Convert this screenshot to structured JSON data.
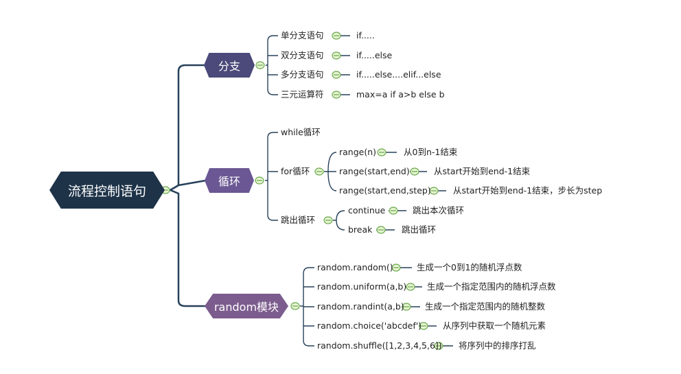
{
  "colors": {
    "root": "#1e3348",
    "branch": "#4b4a7a",
    "loop": "#6a5793",
    "random": "#7c5c8e",
    "connector": "#27405a",
    "collapse_dot_fill": "#e7f5d0",
    "collapse_dot_stroke": "#6aa84f"
  },
  "root": {
    "label": "流程控制语句"
  },
  "branch": {
    "label": "分支",
    "items": [
      {
        "label": "单分支语句",
        "value": "if....."
      },
      {
        "label": "双分支语句",
        "value": "if.....else"
      },
      {
        "label": "多分支语句",
        "value": "if.....else....elif...else"
      },
      {
        "label": "三元运算符",
        "value": "max=a if a>b else b"
      }
    ]
  },
  "loop": {
    "label": "循环",
    "while_label": "while循环",
    "for_label": "for循环",
    "for_items": [
      {
        "label": "range(n)",
        "value": "从0到n-1结束"
      },
      {
        "label": "range(start,end)",
        "value": "从start开始到end-1结束"
      },
      {
        "label": "range(start,end,step)",
        "value": "从start开始到end-1结束，步长为step"
      }
    ],
    "jump_label": "跳出循环",
    "jump_items": [
      {
        "label": "continue",
        "value": "跳出本次循环"
      },
      {
        "label": "break",
        "value": "跳出循环"
      }
    ]
  },
  "random_module": {
    "label": "random模块",
    "items": [
      {
        "label": "random.random()",
        "value": "生成一个0到1的随机浮点数"
      },
      {
        "label": "random.uniform(a,b)",
        "value": "生成一个指定范围内的随机浮点数"
      },
      {
        "label": "random.randint(a,b)",
        "value": "生成一个指定范围内的随机整数"
      },
      {
        "label": "random.choice('abcdef')",
        "value": "从序列中获取一个随机元素"
      },
      {
        "label": "random.shuffle([1,2,3,4,5,6])",
        "value": "将序列中的排序打乱"
      }
    ]
  }
}
